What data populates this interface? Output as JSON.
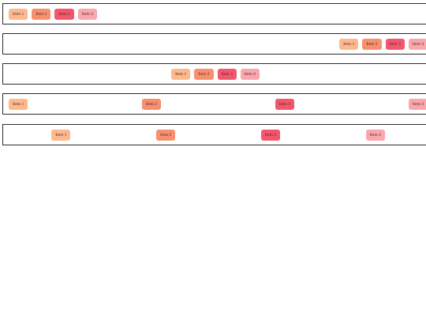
{
  "rows": [
    {
      "justify": "flex-start",
      "items": [
        "Item 1",
        "Item 2",
        "Item 3",
        "Item 4"
      ]
    },
    {
      "justify": "flex-end",
      "items": [
        "Item 1",
        "Item 2",
        "Item 3",
        "Item 4"
      ]
    },
    {
      "justify": "center",
      "items": [
        "Item 1",
        "Item 2",
        "Item 3",
        "Item 4"
      ]
    },
    {
      "justify": "space-between",
      "items": [
        "Item 1",
        "Item 2",
        "Item 3",
        "Item 4"
      ]
    },
    {
      "justify": "space-around",
      "items": [
        "Item 1",
        "Item 2",
        "Item 3",
        "Item 4"
      ]
    }
  ],
  "colors": {
    "item1": "#fdb88c",
    "item2": "#f88f6f",
    "item3": "#f3566d",
    "item4": "#f9a6ad",
    "border": "#2b2b2b"
  }
}
